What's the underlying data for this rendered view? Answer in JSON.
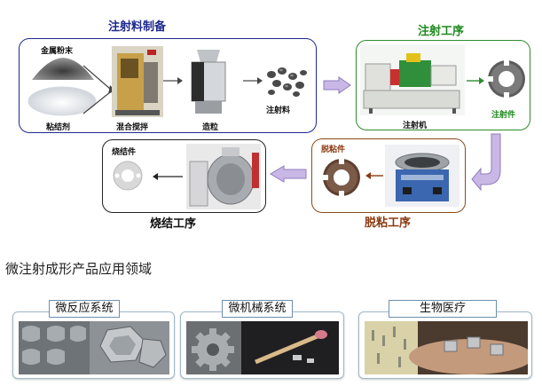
{
  "flow": {
    "prep": {
      "title": "注射料制备",
      "metal_powder": "金属粉末",
      "binder": "粘结剂",
      "mixing": "混合搅拌",
      "granulation": "造粒",
      "feedstock": "注射料"
    },
    "injection": {
      "title": "注射工序",
      "machine": "注射机",
      "part": "注射件"
    },
    "debinding": {
      "title": "脱粘工序",
      "part": "脱粘件"
    },
    "sintering": {
      "title": "烧结工序",
      "part": "烧结件"
    }
  },
  "applications": {
    "heading": "微注射成形产品应用领域",
    "items": [
      {
        "label": "微反应系统"
      },
      {
        "label": "微机械系统"
      },
      {
        "label": "生物医疗"
      }
    ]
  },
  "colors": {
    "prep_border": "#1f2a8c",
    "prep_title": "#1f2a8c",
    "injection_border": "#2e8b2e",
    "injection_title": "#1e8a1e",
    "debinding_border": "#8b4a1c",
    "debinding_title": "#8b3a10",
    "sintering_border": "#222222",
    "flow_arrow": "#b9a6dc"
  }
}
